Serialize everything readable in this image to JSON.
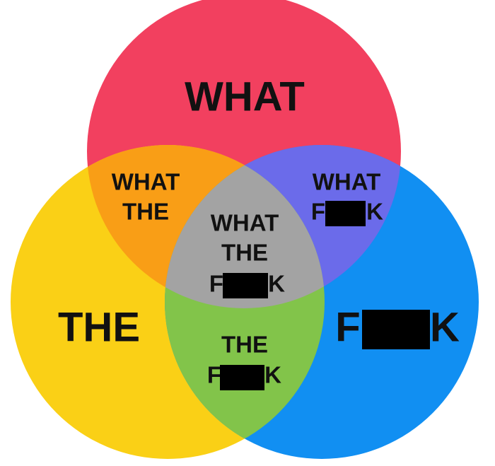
{
  "colors": {
    "top_circle": "#F2405F",
    "left_circle": "#FAD016",
    "right_circle": "#118FF2",
    "top_left": "#F99E16",
    "top_right": "#6B6BEA",
    "left_right": "#82C44A",
    "center": "#A3A3A3",
    "censor_bar": "#000000"
  },
  "regions": {
    "top": {
      "lines": [
        "WHAT"
      ]
    },
    "left": {
      "lines": [
        "THE"
      ]
    },
    "right": {
      "lines": [
        "F",
        "K"
      ]
    },
    "top_left": {
      "lines": [
        "WHAT",
        "THE"
      ]
    },
    "top_right": {
      "lines": [
        "WHAT",
        "F",
        "K"
      ]
    },
    "left_right": {
      "lines": [
        "THE",
        "F",
        "K"
      ]
    },
    "center": {
      "lines": [
        "WHAT",
        "THE",
        "F",
        "K"
      ]
    }
  }
}
